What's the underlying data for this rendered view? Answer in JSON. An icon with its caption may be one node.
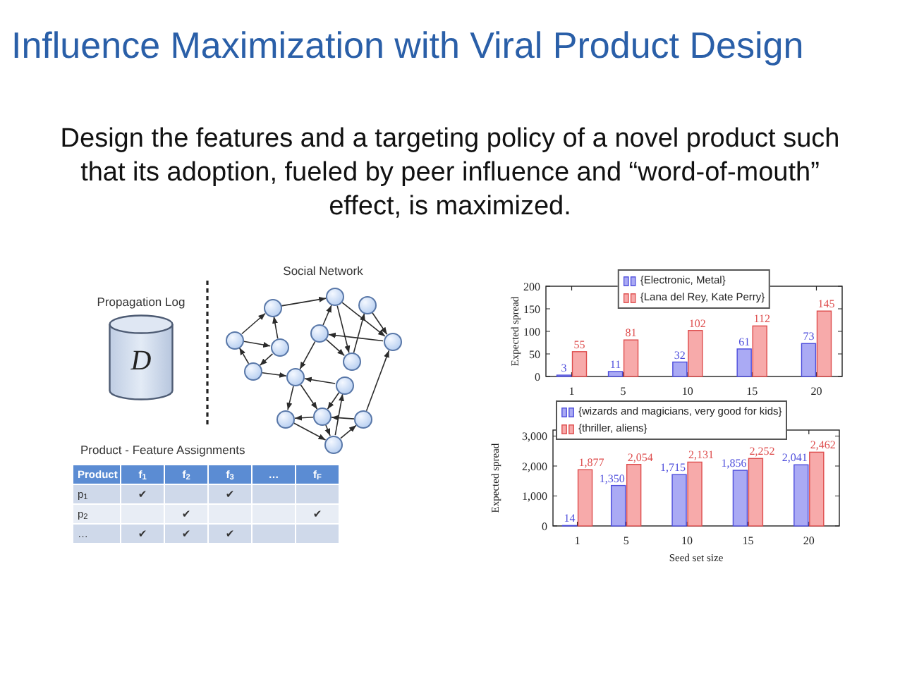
{
  "diagram": {
    "title": "Influence Maximization with Viral Product Design",
    "nodes": [
      {
        "text": [
          "Propagation Log",
          "D"
        ]
      },
      {
        "text": [],
        "shape": "circle"
      },
      {
        "text": [],
        "shape": "circle"
      },
      {
        "text": [],
        "shape": "circle"
      },
      {
        "text": [],
        "shape": "circle"
      },
      {
        "text": [],
        "shape": "circle"
      },
      {
        "text": [],
        "shape": "circle"
      },
      {
        "text": [],
        "shape": "circle"
      },
      {
        "text": [],
        "shape": "circle"
      },
      {
        "text": [],
        "shape": "circle"
      },
      {
        "text": [],
        "shape": "circle"
      },
      {
        "text": [],
        "shape": "circle"
      },
      {
        "text": [],
        "shape": "circle"
      },
      {
        "text": [],
        "shape": "circle"
      },
      {
        "text": [],
        "shape": "circle"
      },
      {
        "text": [],
        "shape": "circle"
      }
    ],
    "edges": [
      {
        "from": 4,
        "to": 1,
        "arrow": "to"
      },
      {
        "from": 5,
        "to": 1,
        "arrow": "to"
      },
      {
        "from": 4,
        "to": 5,
        "arrow": "to"
      },
      {
        "from": 5,
        "to": 9,
        "arrow": "to"
      },
      {
        "from": 9,
        "to": 4,
        "arrow": "to"
      },
      {
        "from": 9,
        "to": 10,
        "arrow": "to"
      },
      {
        "from": 1,
        "to": 2,
        "arrow": "to"
      },
      {
        "from": 6,
        "to": 2,
        "arrow": "to"
      },
      {
        "from": 2,
        "to": 8,
        "arrow": "to"
      },
      {
        "from": 2,
        "to": 7,
        "arrow": "to"
      },
      {
        "from": 3,
        "to": 7,
        "arrow": "to"
      },
      {
        "from": 8,
        "to": 3,
        "arrow": "to"
      },
      {
        "from": 7,
        "to": 6,
        "arrow": "to"
      },
      {
        "from": 6,
        "to": 10,
        "arrow": "to"
      },
      {
        "from": 6,
        "to": 8,
        "arrow": "to"
      },
      {
        "from": 11,
        "to": 10,
        "arrow": "to"
      },
      {
        "from": 10,
        "to": 12,
        "arrow": "to"
      },
      {
        "from": 13,
        "to": 12,
        "arrow": "to"
      },
      {
        "from": 10,
        "to": 13,
        "arrow": "to"
      },
      {
        "from": 11,
        "to": 13,
        "arrow": "to"
      },
      {
        "from": 14,
        "to": 13,
        "arrow": "to"
      },
      {
        "from": 13,
        "to": 15,
        "arrow": "to"
      },
      {
        "from": 12,
        "to": 15,
        "arrow": "to"
      },
      {
        "from": 15,
        "to": 11,
        "arrow": "to"
      },
      {
        "from": 15,
        "to": 14,
        "arrow": "to"
      },
      {
        "from": 14,
        "to": 7,
        "arrow": "to"
      }
    ],
    "labels": [
      "Design the features and a targeting policy of a novel product such that its adoption, fueled by peer influence and “word-of-mouth” effect, is maximized.",
      "Social Network",
      "Product - Feature Assignments",
      "Product",
      "f$_{1}$",
      "f$_{2}$",
      "f$_{3}$",
      "…",
      "f$_{F}$",
      "p$_{1}$",
      "✔",
      "✔",
      "p$_{2}$",
      "✔",
      "✔",
      "…",
      "✔",
      "✔",
      "✔"
    ],
    "chart_data": [
      {
        "type": "bar",
        "ylabel": "Expected spread",
        "x": [
          1,
          5,
          10,
          15,
          20
        ],
        "xlim": [
          -1,
          22
        ],
        "ylim": [
          0,
          200
        ],
        "xticks": [
          1,
          5,
          10,
          15,
          20
        ],
        "yticks": [
          0,
          50,
          100,
          150,
          200
        ],
        "data_labels": true,
        "legend": "upper center",
        "series": [
          {
            "name": "{Electronic, Metal}",
            "color": "#aaaaf4",
            "values": [
              3,
              11,
              32,
              61,
              73
            ]
          },
          {
            "name": "{Lana del Rey, Kate Perry}",
            "color": "#f7aaaa",
            "values": [
              55,
              81,
              102,
              112,
              145
            ]
          }
        ]
      },
      {
        "type": "bar",
        "xlabel": "Seed set size",
        "ylabel": "Expected spread",
        "x": [
          1,
          5,
          10,
          15,
          20
        ],
        "xlim": [
          -1,
          22.5
        ],
        "ylim": [
          0,
          3200
        ],
        "xticks": [
          1,
          5,
          10,
          15,
          20
        ],
        "yticks": [
          0,
          {
            "value": 1000,
            "label": "1,000"
          },
          {
            "value": 2000,
            "label": "2,000"
          },
          {
            "value": 3000,
            "label": "3,000"
          }
        ],
        "legend": "upper left",
        "series": [
          {
            "name": "{wizards and magicians, very good for kids}",
            "color": "#aaaaf4",
            "values": [
              14,
              1350,
              1715,
              1856,
              2041
            ],
            "value_labels": [
              "14",
              "1,350",
              "1,715",
              "1,856",
              "2,041"
            ]
          },
          {
            "name": "{thriller, aliens}",
            "color": "#f7aaaa",
            "values": [
              1877,
              2054,
              2131,
              2252,
              2462
            ],
            "value_labels": [
              "1,877",
              "2,054",
              "2,131",
              "2,252",
              "2,462"
            ]
          }
        ]
      }
    ]
  }
}
